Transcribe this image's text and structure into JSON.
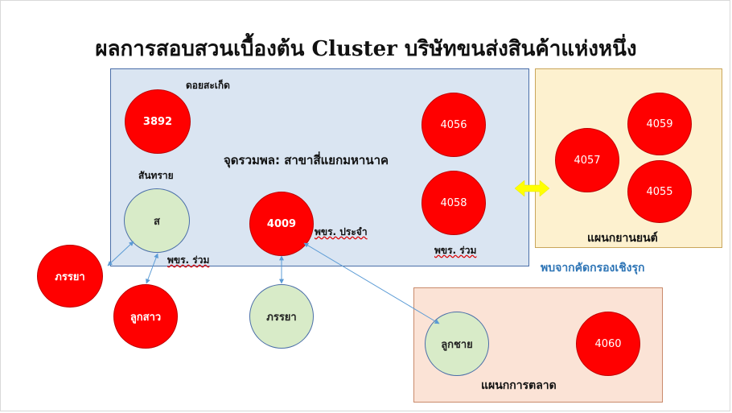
{
  "title": "ผลการสอบสวนเบื้องต้น Cluster บริษัทขนส่งสินค้าแห่งหนึ่ง",
  "main_box": {
    "hub_label": "จุดรวมพล: สาขาสี่แยกมหานาค",
    "label_doi_saket": "ดอยสะเก็ด",
    "label_san_sai": "สันทราย",
    "label_coworker_a": "พขร. ร่วม",
    "label_coworker_b": "พขร. ร่วม",
    "label_regular": "พขร. ประจำ",
    "nodes": {
      "n3892": "3892",
      "n4056": "4056",
      "n4058": "4058",
      "n4009": "4009",
      "n_s": "ส"
    }
  },
  "vehicle_box": {
    "label": "แผนกยานยนต์",
    "nodes": {
      "n4057": "4057",
      "n4059": "4059",
      "n4055": "4055"
    }
  },
  "proactive_label": "พบจากคัดกรองเชิงรุก",
  "market_box": {
    "label": "แผนกการตลาด",
    "nodes": {
      "son": "ลูกชาย",
      "n4060": "4060"
    }
  },
  "outside_nodes": {
    "wife_left": "ภรรยา",
    "daughter": "ลูกสาว",
    "wife_center": "ภรรยา"
  },
  "colors": {
    "case_red": "#ff0000",
    "contact_green": "#d8ebc8",
    "main_box": "#dae5f2",
    "vehicle_box": "#fdf1cf",
    "market_box": "#fbe3d6",
    "link_blue": "#5b9bd5",
    "arrow_yellow": "#ffff00"
  }
}
